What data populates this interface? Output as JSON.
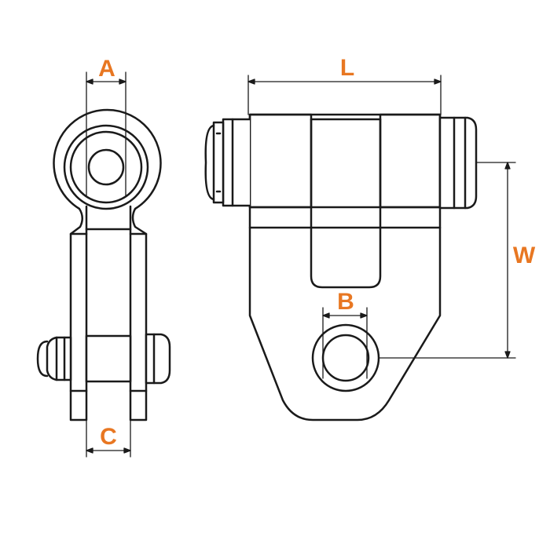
{
  "colors": {
    "label": "#e87722",
    "line": "#1a1a1a",
    "shade": "#f2f2f2"
  },
  "dimensions": {
    "A": "A",
    "L": "L",
    "B": "B",
    "W": "W",
    "C": "C"
  }
}
